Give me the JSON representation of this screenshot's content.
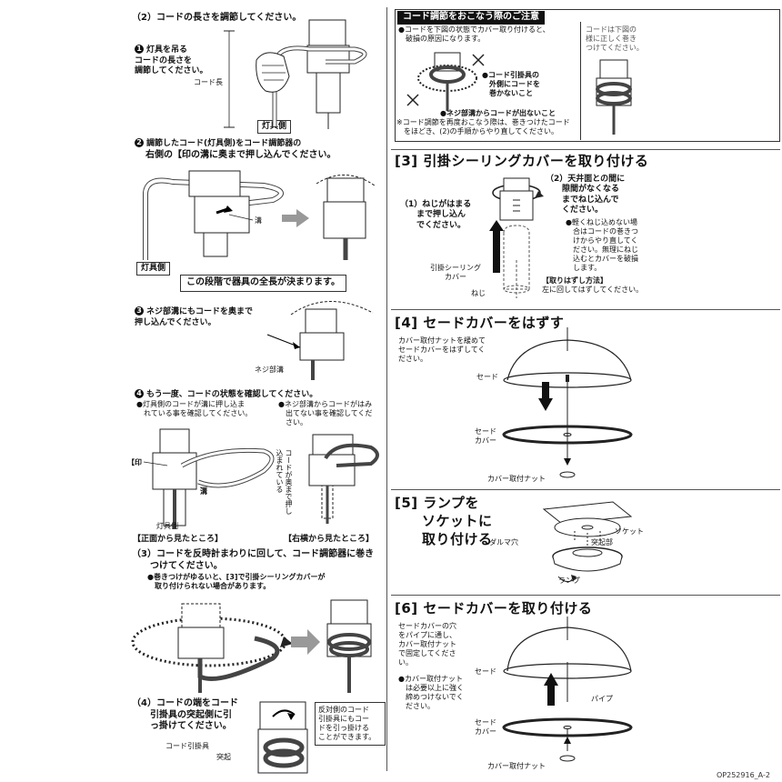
{
  "left": {
    "step2": {
      "heading": "（2）コードの長さを調節してください。",
      "sub1": {
        "num": "1",
        "text": "灯具を吊る\nコードの長さを\n調節してください。",
        "cord_length": "コード長",
        "lamp_side": "灯具側"
      },
      "sub2": {
        "num": "2",
        "text_line1": "調節したコード(灯具側)をコード調節器の",
        "text_line2": "右側の【印の溝に奥まで押し込んでください。",
        "groove": "溝",
        "lamp_side": "灯具側",
        "note": "この段階で器具の全長が決まります。"
      },
      "sub3": {
        "num": "3",
        "text": "ネジ部溝にもコードを奥まで\n押し込んでください。",
        "screw_groove": "ネジ部溝"
      },
      "sub4": {
        "num": "4",
        "text": "もう一度、コードの状態を確認してください。",
        "bullet_a": "●灯具側のコードが溝に押し込ま\n　れている事を確認してください。",
        "bullet_b": "●ネジ部溝からコードがはみ\n　出てない事を確認してくだ\n　さい。",
        "mark": "【印",
        "groove": "溝",
        "lamp_side": "灯具側",
        "vertical": "コードが奥まで押し込まれている",
        "caption_front": "【正面から見たところ】",
        "caption_side": "【右横から見たところ】"
      }
    },
    "step3": {
      "heading": "（3）コードを反時計まわりに回して、コード調節器に巻き\n　　つけてください。",
      "bullet": "●巻きつけがゆるいと、[3]で引掛シーリングカバーが\n　取り付けられない場合があります。"
    },
    "step4": {
      "heading": "（4）コードの端をコード\n　　引掛具の突起側に引\n　　っ掛けてください。",
      "cord_hook": "コード引掛具",
      "protrusion": "突起",
      "note": "反対側のコード\n引掛具にもコー\nドを引っ掛ける\nことができます。"
    }
  },
  "right": {
    "caution": {
      "title": "コード調節をおこなう際のご注意",
      "line1": "●コードを下図の状態でカバー取り付けると、\n　破損の原因になります。",
      "label_a": "●コード引掛具の\n　外側にコードを\n　巻かないこと",
      "label_b": "●ネジ部溝からコードが出ないこと",
      "footnote": "※コード調節を再度おこなう際は、巻きつけたコード\n　をほどき、(2)の手順からやり直してください。",
      "side_note": "コードは下図の\n様に正しく巻き\nつけてください。"
    },
    "sec3": {
      "heading": "[3]  引掛シーリングカバーを取り付ける",
      "p1": "（1）ねじがはまる\n　　まで押し込ん\n　　でください。",
      "p2": "（2）天井面との間に\n　　隙間がなくなる\n　　までねじ込んで\n　　ください。",
      "bullet": "●軽くねじ込めない場\n　合はコードの巻きつ\n　けからやり直してく\n　ださい。無理にねじ\n　込むとカバーを破損\n　します。",
      "remove_title": "【取りはずし方法】",
      "remove_text": "左に回してはずしてください。",
      "cover_label": "引掛シーリング\nカバー",
      "screw_label": "ねじ"
    },
    "sec4": {
      "heading": "[4]  セードカバーをはずす",
      "text": "カバー取付ナットを緩めて\nセードカバーをはずしてく\nださい。",
      "shade": "セード",
      "shade_cover": "セード\nカバー",
      "nut": "カバー取付ナット"
    },
    "sec5": {
      "heading_l1": "[5]  ランプを",
      "heading_l2": "ソケットに",
      "heading_l3": "取り付ける",
      "daruma": "ダルマ穴",
      "socket": "ソケット",
      "protrusion": "突起部",
      "lamp": "ランプ"
    },
    "sec6": {
      "heading": "[6]  セードカバーを取り付ける",
      "text": "セードカバーの穴\nをパイプに通し、\nカバー取付ナット\nで固定してくださ\nい。",
      "bullet": "●カバー取付ナット\n　は必要以上に強く\n　締めつけないでく\n　ださい。",
      "shade": "セード",
      "pipe": "パイプ",
      "shade_cover": "セード\nカバー",
      "nut": "カバー取付ナット"
    },
    "code": "OP252916_A-2"
  }
}
